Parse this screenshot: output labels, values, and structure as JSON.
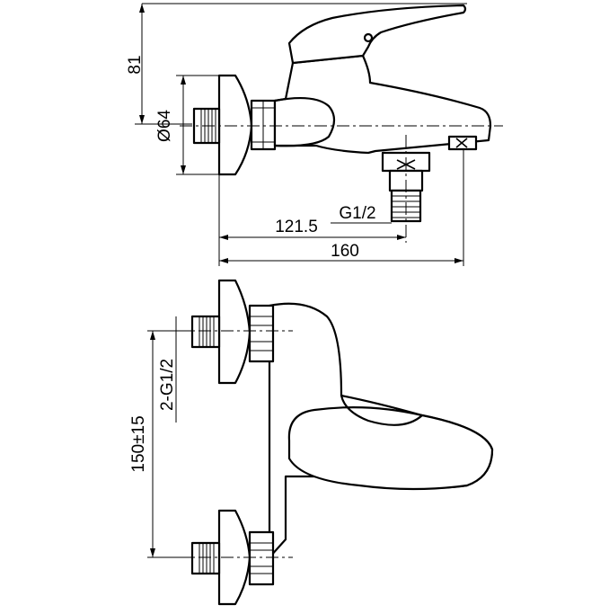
{
  "drawing": {
    "labels": {
      "height_81": "81",
      "diameter_64": "Ø64",
      "thread_g12": "G1/2",
      "length_121_5": "121.5",
      "length_160": "160",
      "centers_150": "150±15",
      "thread_2g12": "2-G1/2"
    },
    "colors": {
      "line": "#000000",
      "background": "#ffffff"
    }
  }
}
